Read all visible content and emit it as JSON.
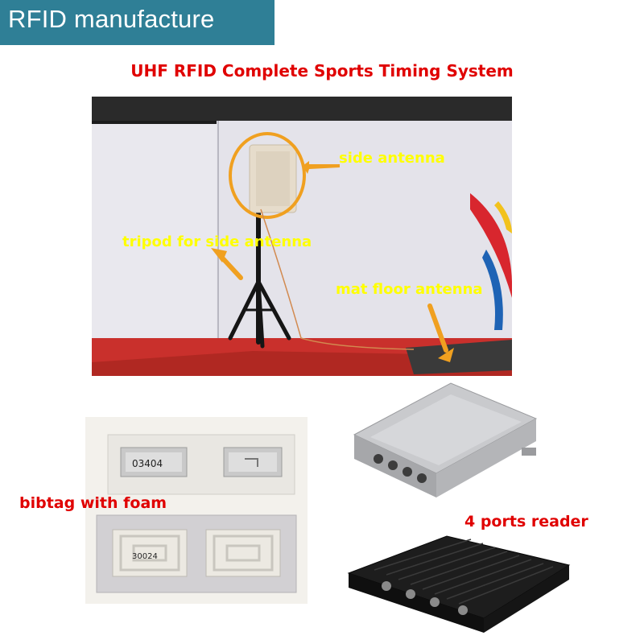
{
  "banner": {
    "text": "RFID manufacture"
  },
  "title": "UHF RFID Complete Sports Timing System",
  "photo_labels": {
    "side_antenna": "side antenna",
    "tripod": "tripod for side antenna",
    "mat": "mat floor antenna"
  },
  "bibtag": {
    "label": "bibtag with foam",
    "tag_number_top": "03404",
    "tag_number_bottom": "30024"
  },
  "reader": {
    "label": "4 ports reader"
  },
  "colors": {
    "banner_bg": "#2f7f96",
    "title_red": "#e00000",
    "annotation_yellow": "#ffff00",
    "circle_orange": "#f0a020"
  }
}
